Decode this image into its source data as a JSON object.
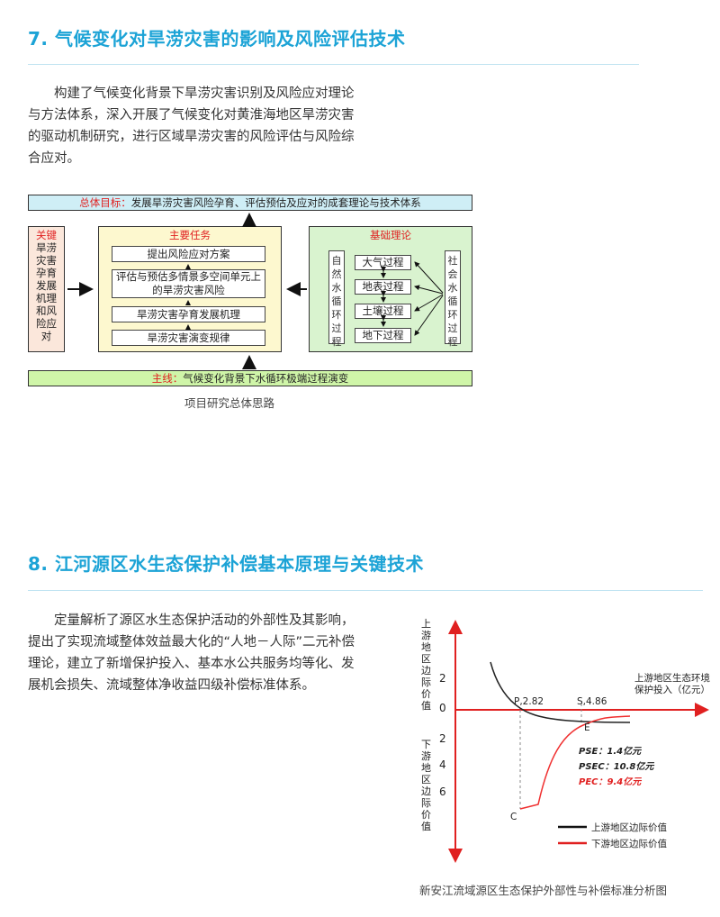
{
  "section7": {
    "title": "7. 气候变化对旱涝灾害的影响及风险评估技术",
    "paragraph": "构建了气候变化背景下旱涝灾害识别及风险应对理论与方法体系，深入开展了气候变化对黄淮海地区旱涝灾害的驱动机制研究，进行区域旱涝灾害的风险评估与风险综合应对。",
    "diagram": {
      "top_label": "总体目标：",
      "top_text": "发展旱涝灾害风险孕育、评估预估及应对的成套理论与技术体系",
      "left_title": "关键",
      "left_text": "旱涝灾害孕育发展机理和风险应对",
      "middle_title": "主要任务",
      "middle_items": [
        "提出风险应对方案",
        "评估与预估多情景多空间单元上的旱涝灾害风险",
        "旱涝灾害孕育发展机理",
        "旱涝灾害演变规律"
      ],
      "right_title": "基础理论",
      "right_left_vertical": "自然水循环过程",
      "right_items": [
        "大气过程",
        "地表过程",
        "土壤过程",
        "地下过程"
      ],
      "right_right_vertical": "社会水循环过程",
      "bottom_label": "主线：",
      "bottom_text": "气候变化背景下水循环极端过程演变"
    },
    "caption": "项目研究总体思路"
  },
  "section8": {
    "title": "8. 江河源区水生态保护补偿基本原理与关键技术",
    "paragraph": "定量解析了源区水生态保护活动的外部性及其影响，提出了实现流域整体效益最大化的“人地－人际”二元补偿理论，建立了新增保护投入、基本水公共服务均等化、发展机会损失、流域整体净收益四级补偿标准体系。",
    "caption": "新安江流域源区生态保护外部性与补偿标准分析图"
  },
  "chart_data": {
    "type": "line",
    "ylabel_top": "上游地区边际价值",
    "ylabel_bottom": "下游地区边际价值",
    "xlabel": "上游地区生态环境保护投入（亿元）",
    "y_ticks": [
      "2",
      "0",
      "2",
      "4",
      "6"
    ],
    "points": [
      {
        "label": "P,2.82",
        "x": 2.82
      },
      {
        "label": "S,4.86",
        "x": 4.86
      },
      {
        "label": "E"
      },
      {
        "label": "C"
      }
    ],
    "annotations": [
      {
        "text": "PSE：1.4亿元",
        "color": "#111111"
      },
      {
        "text": "PSEC：10.8亿元",
        "color": "#111111"
      },
      {
        "text": "PEC：9.4亿元",
        "color": "#e02020"
      }
    ],
    "series": [
      {
        "name": "上游地区边际价值",
        "color": "#111111"
      },
      {
        "name": "下游地区边际价值",
        "color": "#e02020"
      }
    ]
  }
}
